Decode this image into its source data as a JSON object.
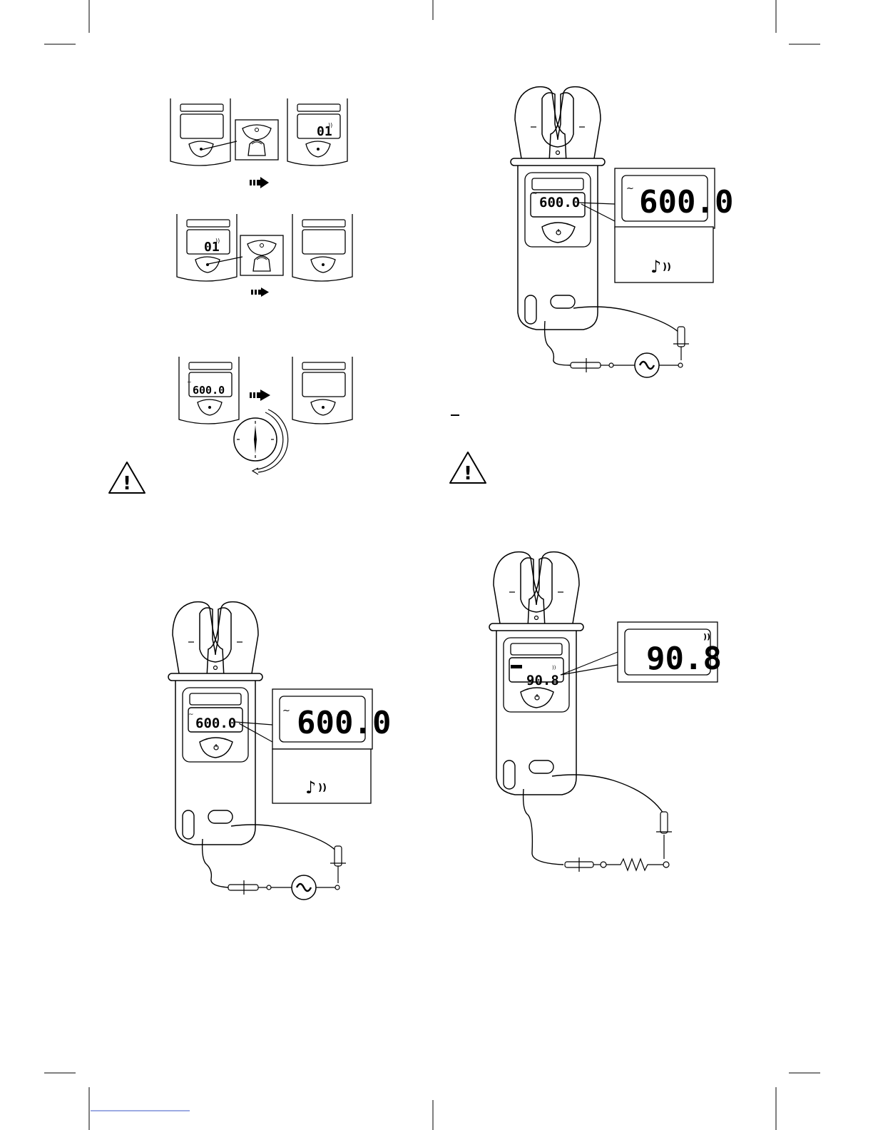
{
  "colors": {
    "ink": "#000000",
    "paper": "#ffffff",
    "accent_line": "#3b57c4"
  },
  "icons": [
    "warning-triangle-icon",
    "arrow-right-icon",
    "power-button-icon",
    "music-note-icon",
    "beep-sound-icon",
    "timer-clock-icon",
    "ac-source-icon",
    "resistor-icon"
  ],
  "readings": {
    "beep_on": "01",
    "ac_voltage": "600.0",
    "continuity": "90.8"
  },
  "symbols": {
    "ac": "~",
    "sound_waves": "))",
    "note": "♪",
    "warning_mark": "!"
  }
}
